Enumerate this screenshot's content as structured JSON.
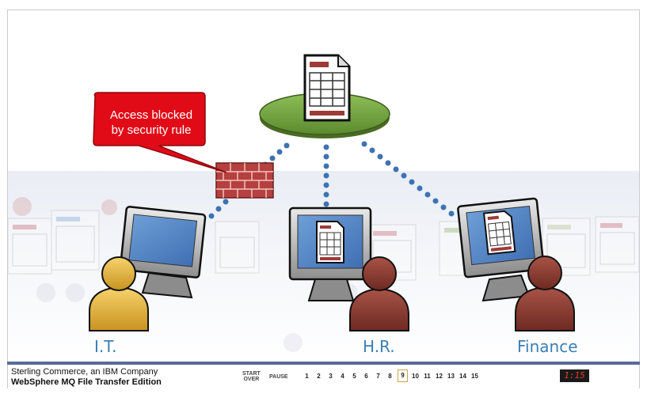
{
  "callout": {
    "line1": "Access blocked",
    "line2": "by security rule"
  },
  "departments": {
    "it": "I.T.",
    "hr": "H.R.",
    "finance": "Finance"
  },
  "footer": {
    "company": "Sterling Commerce, an IBM Company",
    "product": "WebSphere MQ File Transfer Edition",
    "start_over_line1": "START",
    "start_over_line2": "OVER",
    "pause": "PAUSE",
    "pages": [
      "1",
      "2",
      "3",
      "4",
      "5",
      "6",
      "7",
      "8",
      "9",
      "10",
      "11",
      "12",
      "13",
      "14",
      "15"
    ],
    "current_page": "9",
    "timer": "1:15"
  },
  "colors": {
    "accent": "#5a6b98",
    "label": "#3c7fb5",
    "callout": "#e10b17",
    "server": "#6b9a3a",
    "wall": "#b5403f"
  }
}
